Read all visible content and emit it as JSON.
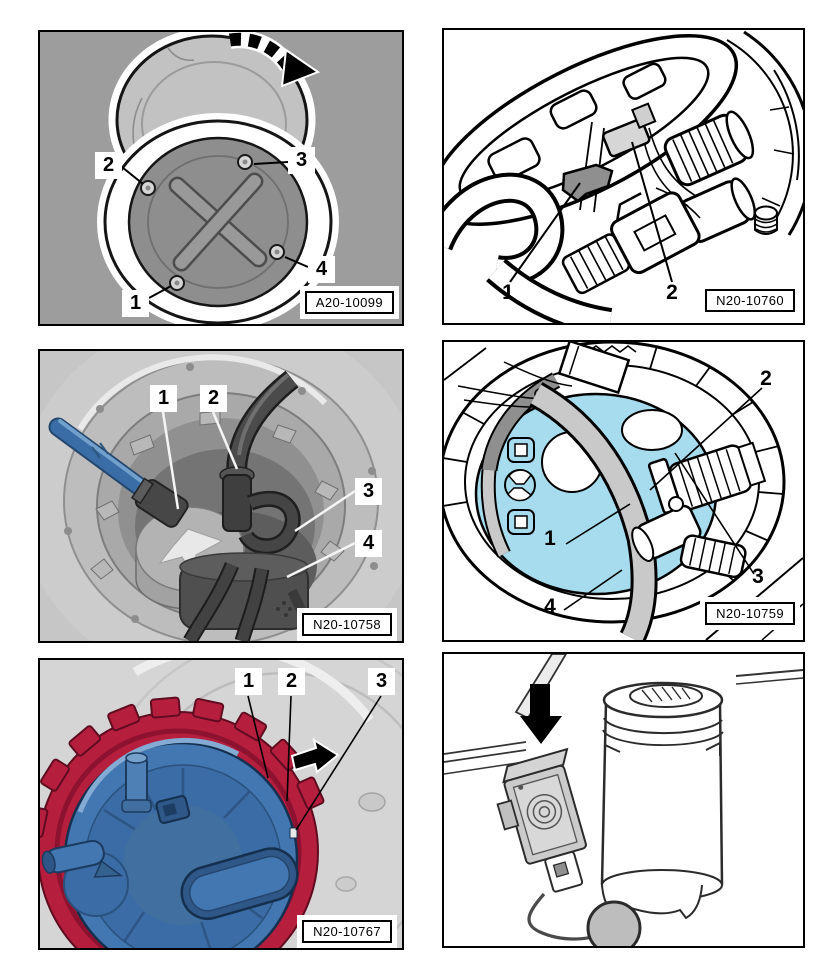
{
  "figures": [
    {
      "code": "A20-10099",
      "callouts": [
        "1",
        "2",
        "3",
        "4"
      ],
      "arrow_icon": "curved-rotation-arrow"
    },
    {
      "code": "N20-10760",
      "callouts": [
        "1",
        "2"
      ],
      "arrow_icon": null
    },
    {
      "code": "N20-10758",
      "callouts": [
        "1",
        "2",
        "3",
        "4"
      ],
      "arrow_icon": null
    },
    {
      "code": "N20-10759",
      "callouts": [
        "1",
        "2",
        "3",
        "4"
      ],
      "arrow_icon": null
    },
    {
      "code": "N20-10767",
      "callouts": [
        "1",
        "2",
        "3"
      ],
      "arrow_icon": "solid-right-arrow"
    },
    {
      "code": null,
      "callouts": [],
      "arrow_icon": "solid-down-arrow"
    }
  ],
  "colors": {
    "highlight_cyan": "#a6dcee",
    "lock_ring_red": "#b61e3e",
    "cover_blue": "#4377b1",
    "hose_blue": "#3a6da6",
    "panel_gray": "#9d9d9d",
    "photo_gray": "#c6c6c6",
    "render_gray": "#d5d5d5"
  }
}
